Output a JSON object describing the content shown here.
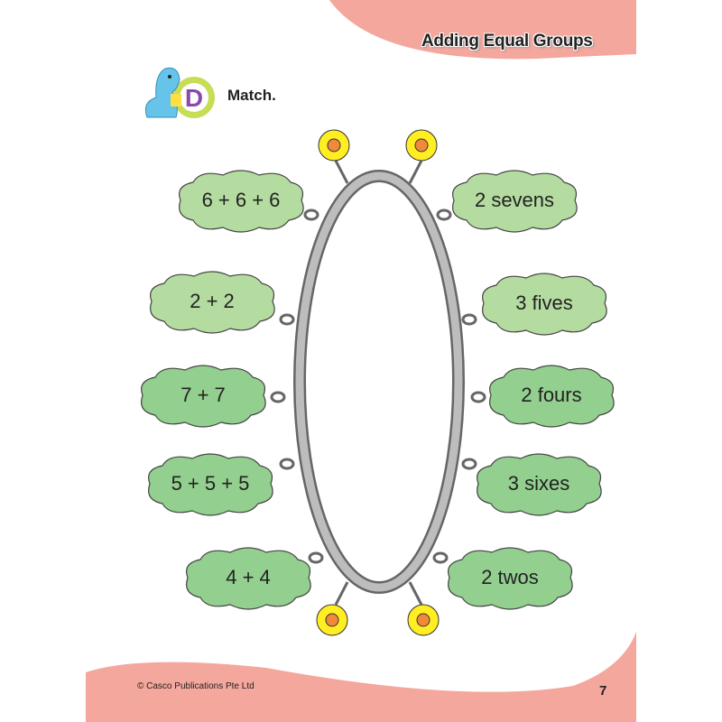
{
  "header": {
    "title": "Adding Equal Groups"
  },
  "section": {
    "letter": "D",
    "instruction": "Match."
  },
  "left_items": [
    "6 + 6 + 6",
    "2 + 2",
    "7 + 7",
    "5 + 5 + 5",
    "4 + 4"
  ],
  "right_items": [
    "2 sevens",
    "3 fives",
    "2 fours",
    "3 sixes",
    "2 twos"
  ],
  "footer": {
    "copyright": "© Casco Publications Pte Ltd",
    "page_number": "7"
  },
  "colors": {
    "banner": "#f4a79c",
    "leaf_light": "#b5dca0",
    "leaf_dark": "#93cf8e",
    "flower": "#ffee22",
    "ring": "#8a8a8a"
  }
}
